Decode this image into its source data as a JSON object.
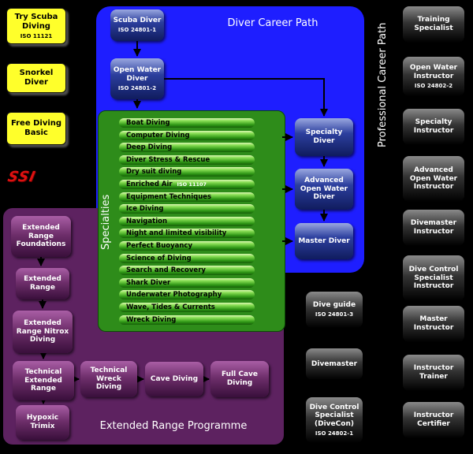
{
  "entry": {
    "try_scuba": {
      "label": "Try Scuba Diving",
      "iso": "ISO 11121"
    },
    "snorkel": {
      "label": "Snorkel Diver"
    },
    "free_basic": {
      "label": "Free Diving Basic"
    }
  },
  "logo": {
    "text": "SSI"
  },
  "diver_path": {
    "title": "Diver Career Path",
    "nodes": {
      "scuba": {
        "label": "Scuba Diver",
        "iso": "ISO 24801-1"
      },
      "open_water": {
        "label": "Open Water Diver",
        "iso": "ISO 24801-2"
      },
      "specialty": {
        "label": "Specialty Diver"
      },
      "advanced": {
        "label": "Advanced Open Water Diver"
      },
      "master": {
        "label": "Master Diver"
      }
    }
  },
  "specialties": {
    "title": "Specialties",
    "items": [
      "Boat Diving",
      "Computer Diving",
      "Deep Diving",
      "Diver Stress & Rescue",
      "Dry suit diving",
      "Enriched Air",
      "Equipment Techniques",
      "Ice Diving",
      "Navigation",
      "Night and limited visibility",
      "Perfect Buoyancy",
      "Science of Diving",
      "Search and Recovery",
      "Shark Diver",
      "Underwater Photography",
      "Wave, Tides & Currents",
      "Wreck Diving"
    ],
    "enriched_air_iso": "ISO 11107"
  },
  "extended": {
    "title": "Extended Range Programme",
    "nodes": {
      "foundations": {
        "label": "Extended Range Foundations"
      },
      "range": {
        "label": "Extended Range"
      },
      "nitrox": {
        "label": "Extended Range Nitrox Diving"
      },
      "technical": {
        "label": "Technical Extended Range"
      },
      "hypoxic": {
        "label": "Hypoxic Trimix"
      },
      "tech_wreck": {
        "label": "Technical Wreck Diving"
      },
      "cave": {
        "label": "Cave Diving"
      },
      "full_cave": {
        "label": "Full Cave Diving"
      }
    }
  },
  "leadership": {
    "dive_guide": {
      "label": "Dive guide",
      "iso": "ISO 24801-3"
    },
    "divemaster": {
      "label": "Divemaster"
    },
    "dive_control": {
      "label": "Dive Control Specialist (DiveCon)",
      "iso": "ISO 24802-1"
    }
  },
  "professional": {
    "title": "Professional Career Path",
    "items": [
      {
        "label": "Training Specialist"
      },
      {
        "label": "Open Water Instructor",
        "iso": "ISO 24802-2"
      },
      {
        "label": "Specialty Instructor"
      },
      {
        "label": "Advanced Open Water Instructor"
      },
      {
        "label": "Divemaster Instructor"
      },
      {
        "label": "Dive Control Specialist Instructor"
      },
      {
        "label": "Master Instructor"
      },
      {
        "label": "Instructor Trainer"
      },
      {
        "label": "Instructor Certifier"
      }
    ]
  },
  "colors": {
    "entry_yellow": "#ffff2b",
    "path_blue": "#1e1eff",
    "specialty_green": "#2e8c1a",
    "extended_purple": "#5d2260",
    "pro_dark": "#1a1a1a",
    "logo_red": "#dd1111"
  }
}
